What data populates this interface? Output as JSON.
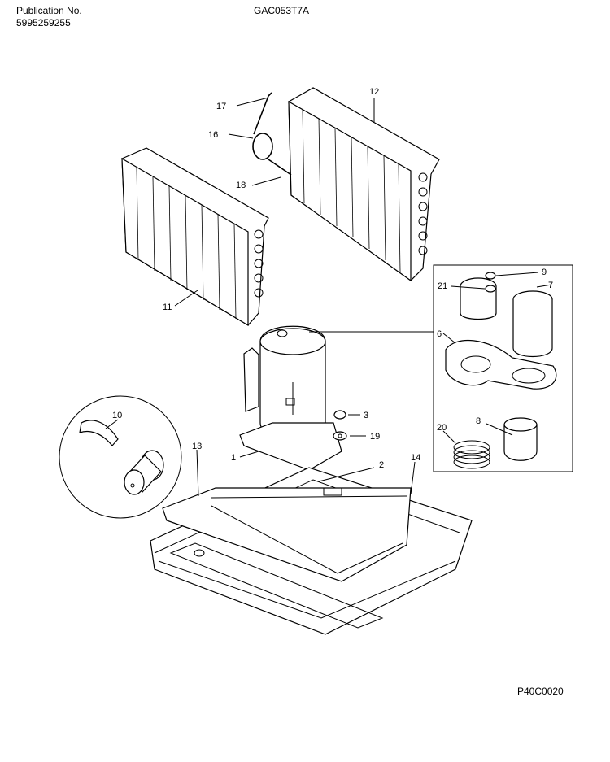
{
  "header": {
    "publication_label": "Publication No.",
    "publication_number": "5995259255",
    "model": "GAC053T7A"
  },
  "footer": {
    "code": "P40C0020"
  },
  "callouts": {
    "c1": "1",
    "c2": "2",
    "c3": "3",
    "c6": "6",
    "c7": "7",
    "c8": "8",
    "c9": "9",
    "c10": "10",
    "c11": "11",
    "c12": "12",
    "c13": "13",
    "c14": "14",
    "c16": "16",
    "c17": "17",
    "c18": "18",
    "c19": "19",
    "c20": "20",
    "c21": "21"
  }
}
